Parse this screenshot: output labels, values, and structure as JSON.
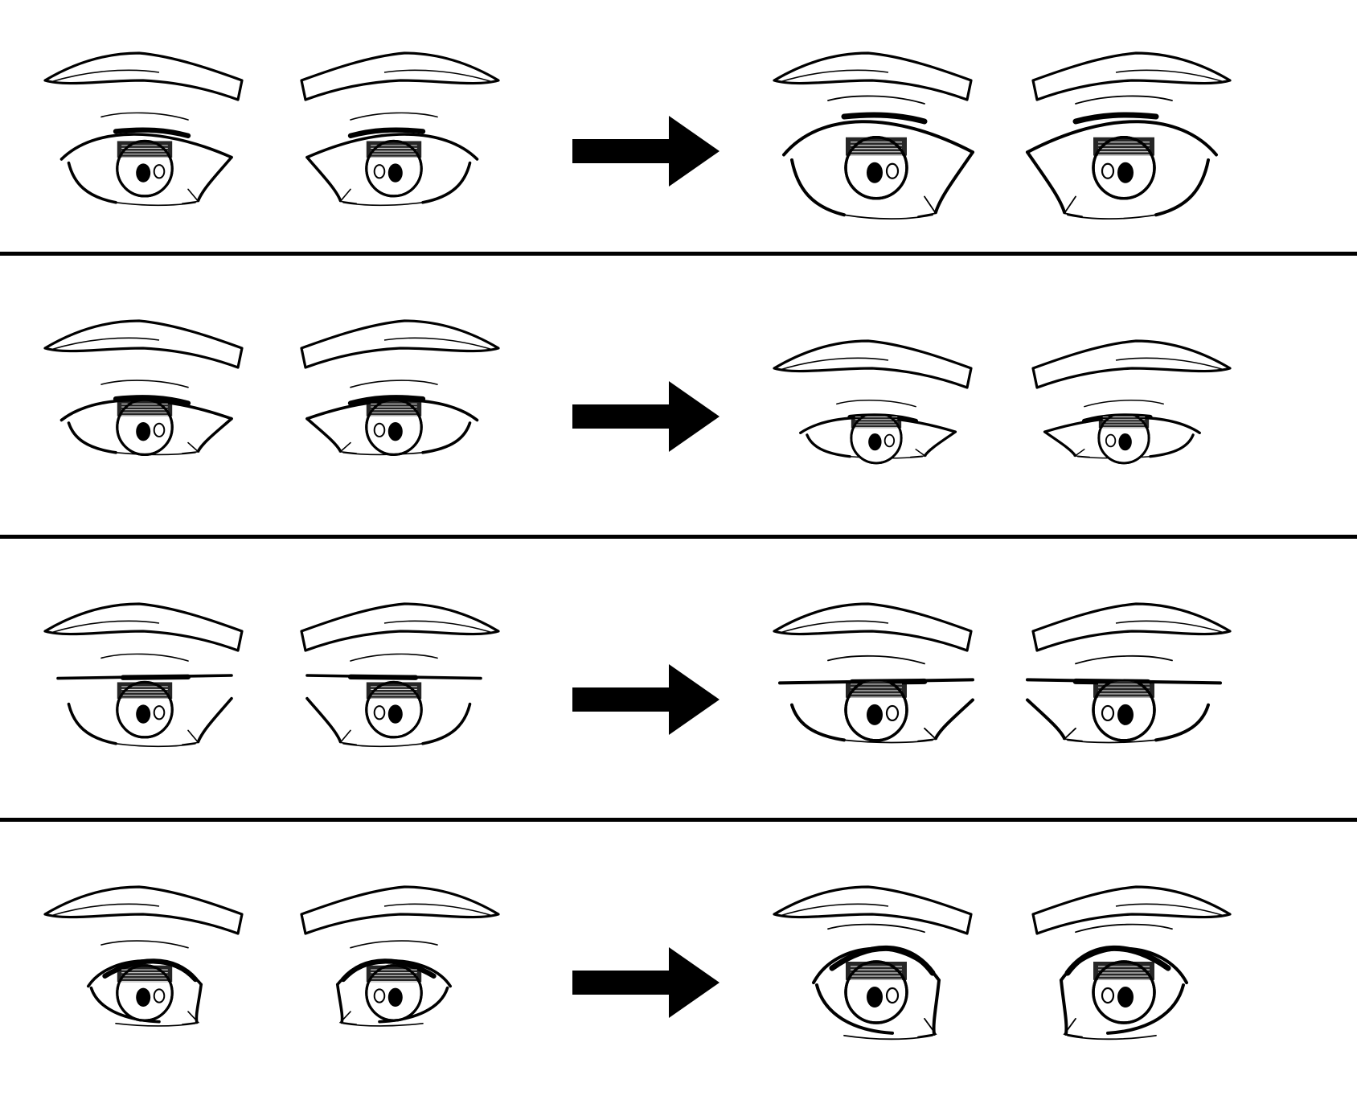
{
  "colors": {
    "ink": "#000000",
    "paper": "#ffffff"
  },
  "panels": [
    {
      "id": "wider-eyes",
      "before": {
        "open": 1.0,
        "flat_top": false,
        "round": false
      },
      "after": {
        "open": 1.25,
        "flat_top": false,
        "round": false
      }
    },
    {
      "id": "smaller-eyes",
      "before": {
        "open": 0.75,
        "flat_top": false,
        "round": false
      },
      "after": {
        "open": 0.6,
        "flat_top": false,
        "round": false
      }
    },
    {
      "id": "flat-top-eyes",
      "before": {
        "open": 1.0,
        "flat_top": true,
        "round": false
      },
      "after": {
        "open": 0.8,
        "flat_top": true,
        "round": false
      }
    },
    {
      "id": "round-eyes",
      "before": {
        "open": 0.9,
        "flat_top": false,
        "round": true
      },
      "after": {
        "open": 1.15,
        "flat_top": false,
        "round": true
      }
    }
  ],
  "icons": {
    "arrow": "right-arrow-icon",
    "eyebrow": "eyebrow-icon",
    "eye": "eye-icon"
  }
}
